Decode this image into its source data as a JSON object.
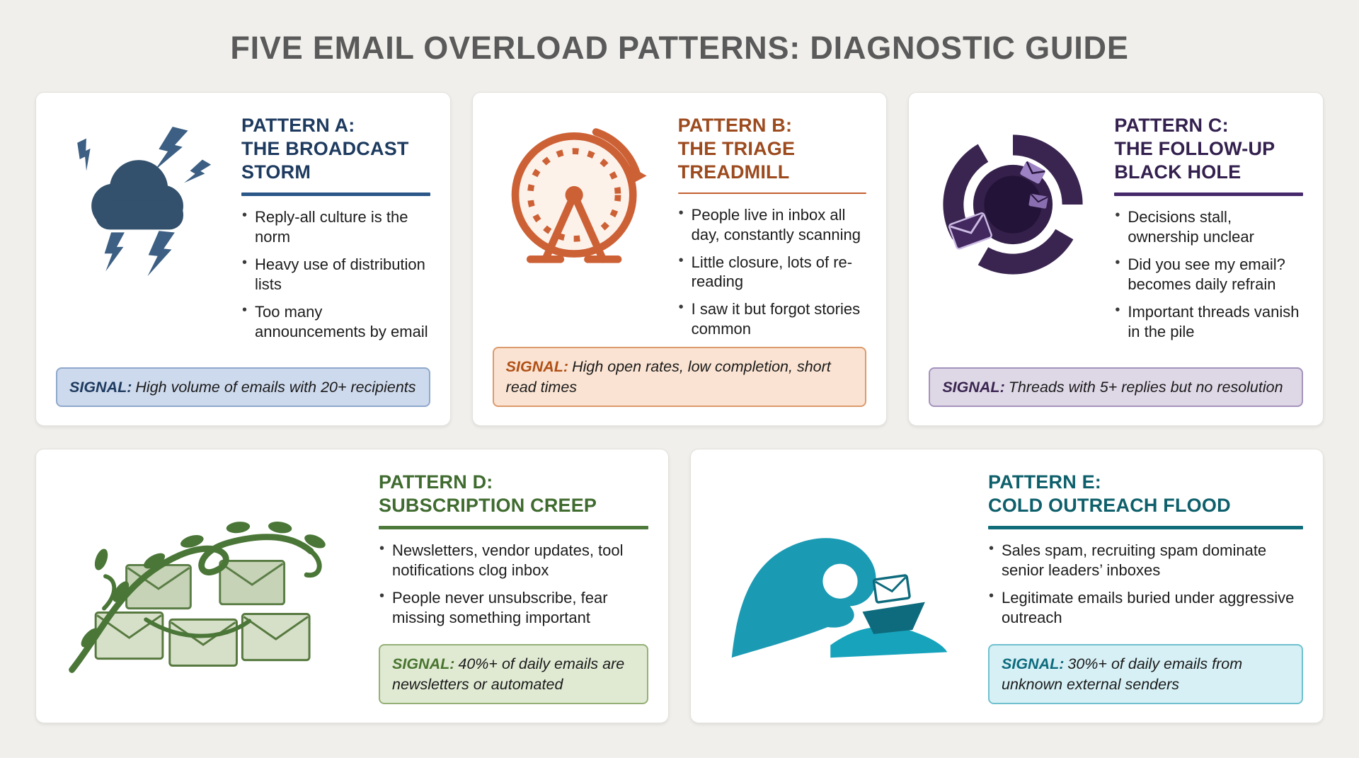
{
  "page": {
    "title": "FIVE EMAIL OVERLOAD PATTERNS: DIAGNOSTIC GUIDE"
  },
  "cards": [
    {
      "label": "PATTERN A:",
      "name": "THE BROADCAST STORM",
      "icon": "storm-cloud-lightning",
      "accent": "#2a5788",
      "title_color": "#1d3a5f",
      "bullets": [
        "Reply-all culture is the norm",
        "Heavy use of distribution lists",
        "Too many announcements by email"
      ],
      "signal_label": "SIGNAL:",
      "signal_text": "High volume of emails with 20+ recipients",
      "signal_bg": "#cdd9ec",
      "signal_border": "#8fa8cc",
      "signal_label_color": "#1d3a5f"
    },
    {
      "label": "PATTERN B:",
      "name": "THE TRIAGE TREADMILL",
      "icon": "hamster-wheel",
      "accent": "#c45f2f",
      "title_color": "#9c4a1e",
      "bullets": [
        "People live in inbox all day, constantly scanning",
        "Little closure, lots of re-reading",
        "I saw it but forgot stories common"
      ],
      "signal_label": "SIGNAL:",
      "signal_text": "High open rates, low completion, short read times",
      "signal_bg": "#fae3d2",
      "signal_border": "#dd9a6c",
      "signal_label_color": "#b05016"
    },
    {
      "label": "PATTERN C:",
      "name": "THE FOLLOW-UP BLACK HOLE",
      "icon": "black-hole-envelopes",
      "accent": "#46296b",
      "title_color": "#33204e",
      "bullets": [
        "Decisions stall, ownership unclear",
        "Did you see my email? becomes daily refrain",
        "Important threads vanish in the pile"
      ],
      "signal_label": "SIGNAL:",
      "signal_text": "Threads with 5+ replies but no resolution",
      "signal_bg": "#ded7e6",
      "signal_border": "#a493bd",
      "signal_label_color": "#3a2550"
    },
    {
      "label": "PATTERN D:",
      "name": "SUBSCRIPTION CREEP",
      "icon": "vine-envelopes",
      "accent": "#4d7a3a",
      "title_color": "#3f6b2f",
      "bullets": [
        "Newsletters, vendor updates, tool notifications clog inbox",
        "People never unsubscribe, fear missing something important"
      ],
      "signal_label": "SIGNAL:",
      "signal_text": "40%+ of daily emails are newsletters or automated",
      "signal_bg": "#e0ead3",
      "signal_border": "#94b077",
      "signal_label_color": "#48742f"
    },
    {
      "label": "PATTERN E:",
      "name": "COLD OUTREACH FLOOD",
      "icon": "wave-boat-envelope",
      "accent": "#0f6d79",
      "title_color": "#0d5f6b",
      "bullets": [
        "Sales spam, recruiting spam dominate senior leaders’ inboxes",
        "Legitimate emails buried under aggressive outreach"
      ],
      "signal_label": "SIGNAL:",
      "signal_text": "30%+ of daily emails from unknown external senders",
      "signal_bg": "#d6f0f5",
      "signal_border": "#6fc1cf",
      "signal_label_color": "#0d6b7d"
    }
  ]
}
